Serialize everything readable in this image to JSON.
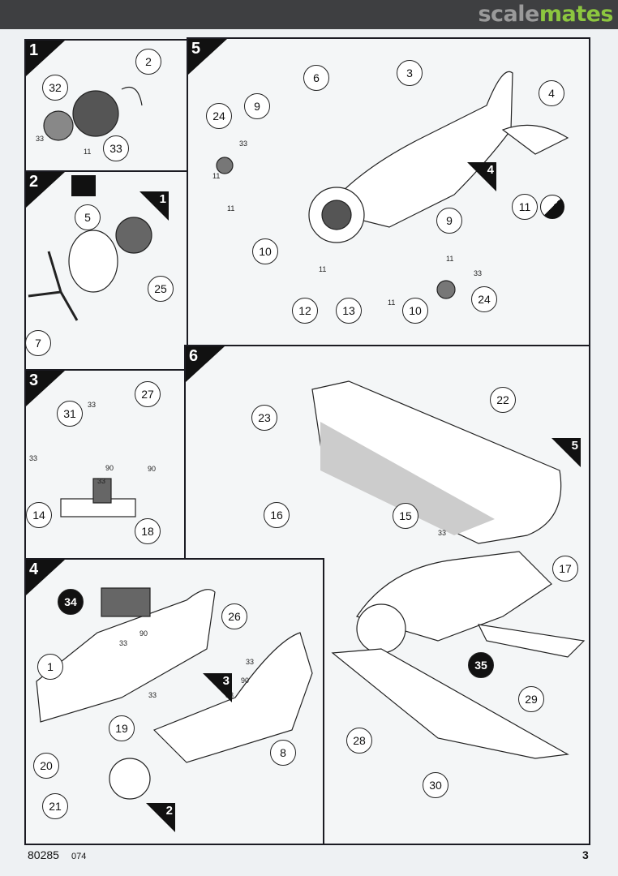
{
  "watermark": {
    "part1": "scale",
    "part2": "mates"
  },
  "footer": {
    "code": "80285",
    "sub": "074",
    "page": "3"
  },
  "steps": {
    "s1": {
      "label": "1",
      "parts": [
        "32",
        "2",
        "33"
      ],
      "small": [
        "33",
        "11"
      ]
    },
    "s2": {
      "label": "2",
      "parts": [
        "5",
        "25",
        "7"
      ],
      "refs": [
        "1"
      ]
    },
    "s3": {
      "label": "3",
      "parts": [
        "31",
        "27",
        "14",
        "18"
      ],
      "small": [
        "33",
        "33",
        "33",
        "90",
        "90"
      ]
    },
    "s4": {
      "label": "4",
      "parts": [
        "34",
        "26",
        "1",
        "19",
        "20",
        "21",
        "8"
      ],
      "small": [
        "33",
        "90",
        "33",
        "33",
        "33",
        "90"
      ],
      "refs": [
        "3",
        "2"
      ]
    },
    "s5": {
      "label": "5",
      "parts": [
        "6",
        "3",
        "4",
        "24",
        "9",
        "10",
        "11",
        "12",
        "13",
        "10",
        "24",
        "9"
      ],
      "small": [
        "33",
        "11",
        "11",
        "11",
        "11",
        "11",
        "33"
      ],
      "refs": [
        "4"
      ]
    },
    "s6": {
      "label": "6",
      "parts": [
        "23",
        "22",
        "16",
        "15",
        "17",
        "35",
        "29",
        "28",
        "30"
      ],
      "small": [
        "33"
      ],
      "refs": [
        "5"
      ]
    }
  }
}
